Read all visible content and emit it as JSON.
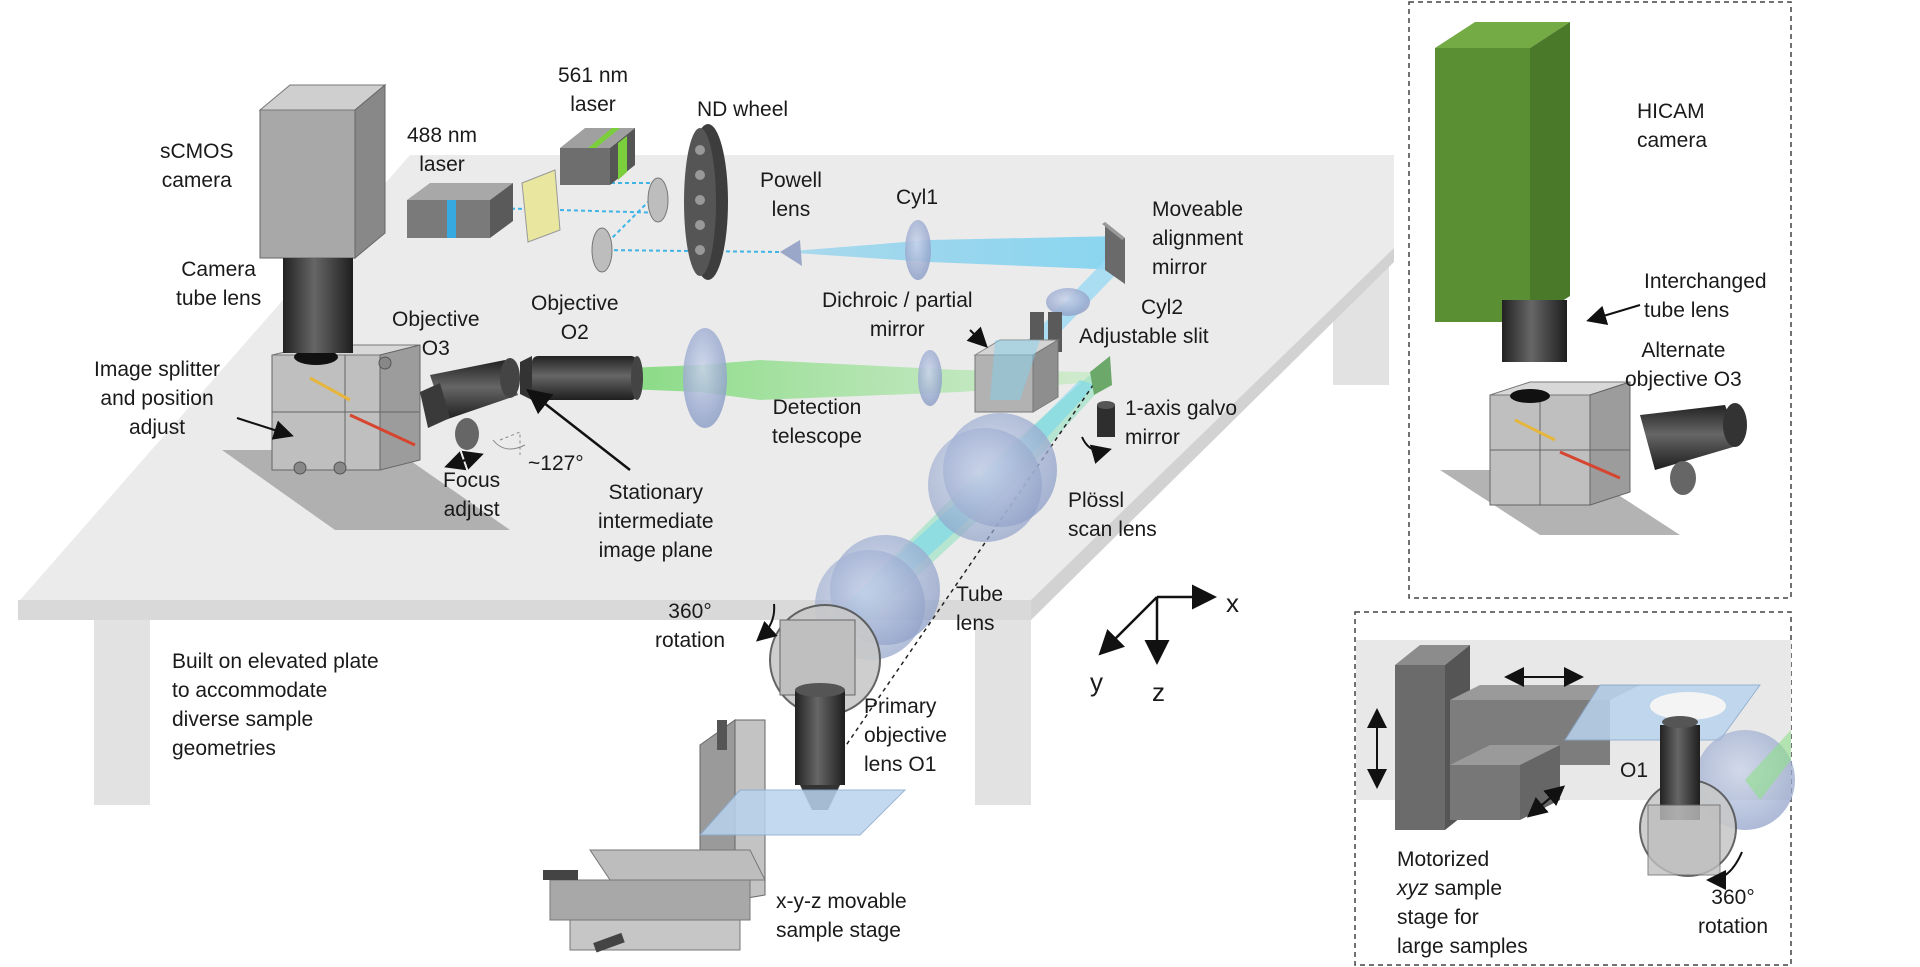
{
  "labels": {
    "laser561": [
      "561 nm",
      "laser"
    ],
    "laser488": [
      "488 nm",
      "laser"
    ],
    "nd_wheel": [
      "ND wheel"
    ],
    "powell": [
      "Powell",
      "lens"
    ],
    "cyl1": [
      "Cyl1"
    ],
    "moveable_mirror": [
      "Moveable",
      "alignment",
      "mirror"
    ],
    "scmos": [
      "sCMOS",
      "camera"
    ],
    "camera_tube_lens": [
      "Camera",
      "tube lens"
    ],
    "objective_o3": [
      "Objective",
      "O3"
    ],
    "objective_o2": [
      "Objective",
      "O2"
    ],
    "dichroic": [
      "Dichroic / partial",
      "mirror"
    ],
    "cyl2": [
      "Cyl2"
    ],
    "adjustable_slit": [
      "Adjustable slit"
    ],
    "image_splitter": [
      "Image splitter",
      "and position",
      "adjust"
    ],
    "detection_telescope": [
      "Detection",
      "telescope"
    ],
    "galvo": [
      "1-axis galvo",
      "mirror"
    ],
    "angle": [
      "~127°"
    ],
    "focus_adjust": [
      "Focus",
      "adjust"
    ],
    "stationary_plane": [
      "Stationary",
      "intermediate",
      "image plane"
    ],
    "plossl": [
      "Plössl",
      "scan lens"
    ],
    "rotation_main": [
      "360°",
      "rotation"
    ],
    "tube_lens": [
      "Tube",
      "lens"
    ],
    "primary_objective": [
      "Primary",
      "objective",
      "lens O1"
    ],
    "elevated_plate": [
      "Built on elevated plate",
      "to accommodate",
      "diverse sample",
      "geometries"
    ],
    "xyz_stage": [
      "x-y-z movable",
      "sample stage"
    ],
    "axis_x": [
      "x"
    ],
    "axis_y": [
      "y"
    ],
    "axis_z": [
      "z"
    ],
    "hicam": [
      "HICAM",
      "camera"
    ],
    "interchanged_tube": [
      "Interchanged",
      "tube lens"
    ],
    "alternate_o3": [
      "Alternate",
      "objective O3"
    ],
    "o1_inset": [
      "O1"
    ],
    "motorized_stage_pre": "Motorized",
    "motorized_stage_xyz": "xyz",
    "motorized_stage_rest": [
      " sample",
      "stage for",
      "large samples"
    ],
    "rotation_inset": [
      "360°",
      "rotation"
    ]
  },
  "colors": {
    "table_top": "#e9e9e9",
    "table_edge": "#d6d6d6",
    "metal_dark": "#3a3a3a",
    "metal_mid": "#8c8c8c",
    "metal_light": "#c4c4c4",
    "lens": "#aab8d6",
    "beam_blue": "#7fd3f0",
    "beam_green": "#8fe08a",
    "hicam_green": "#5c8f35",
    "glass": "#b9d3ee"
  }
}
